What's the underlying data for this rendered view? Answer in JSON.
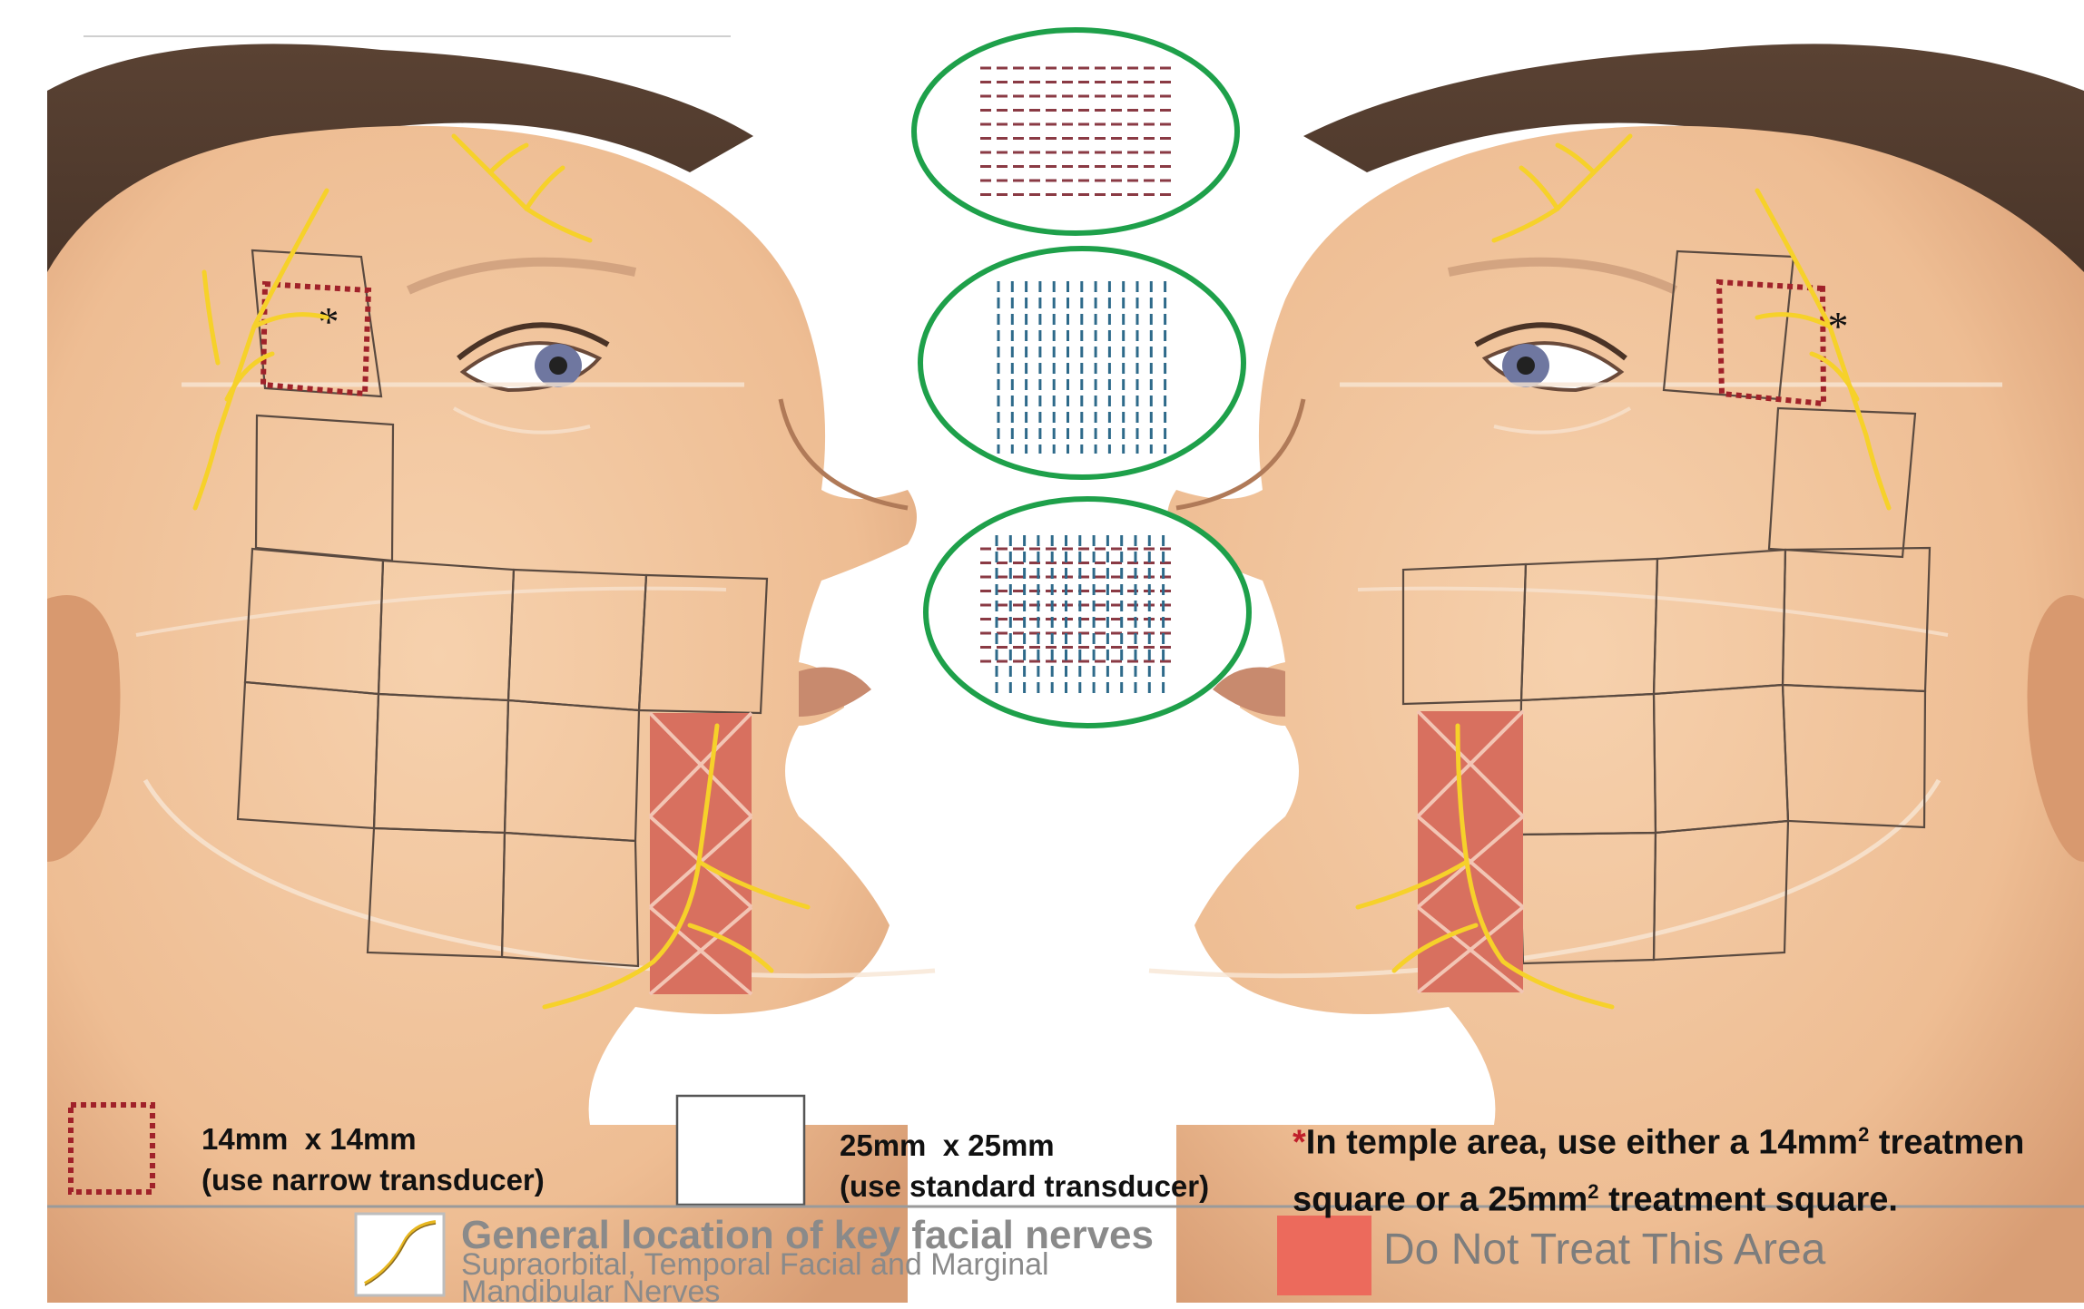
{
  "legend": {
    "narrow": {
      "size": "14mm  x 14mm",
      "note": "(use narrow transducer)"
    },
    "standard": {
      "size": "25mm  x 25mm",
      "note": "(use standard transducer)"
    },
    "temple": {
      "star": "*",
      "line1_pre": "In temple area, use either a 14mm",
      "line1_sup": "2",
      "line1_post": " treatmen",
      "line2_pre": "square or a 25mm",
      "line2_sup": "2",
      "line2_post": " treatment square."
    },
    "nerves": {
      "title": "General location of key facial nerves",
      "subtitle": "Supraorbital, Temporal Facial and Marginal Mandibular Nerves"
    },
    "do_not_treat": "Do Not Treat This Area"
  },
  "markers": {
    "asterisk": "*"
  },
  "colors": {
    "skin": "#f0c29a",
    "skin_shadow": "#dca47e",
    "hair": "#4e392c",
    "nerve": "#f6d12a",
    "do_not_treat": "#d8705f",
    "narrow_square": "#a0222a",
    "pattern_horizontal": "#8a3a44",
    "pattern_vertical": "#2e6a8a",
    "ellipse": "#1ea04a",
    "divider": "#9a9a9a"
  }
}
